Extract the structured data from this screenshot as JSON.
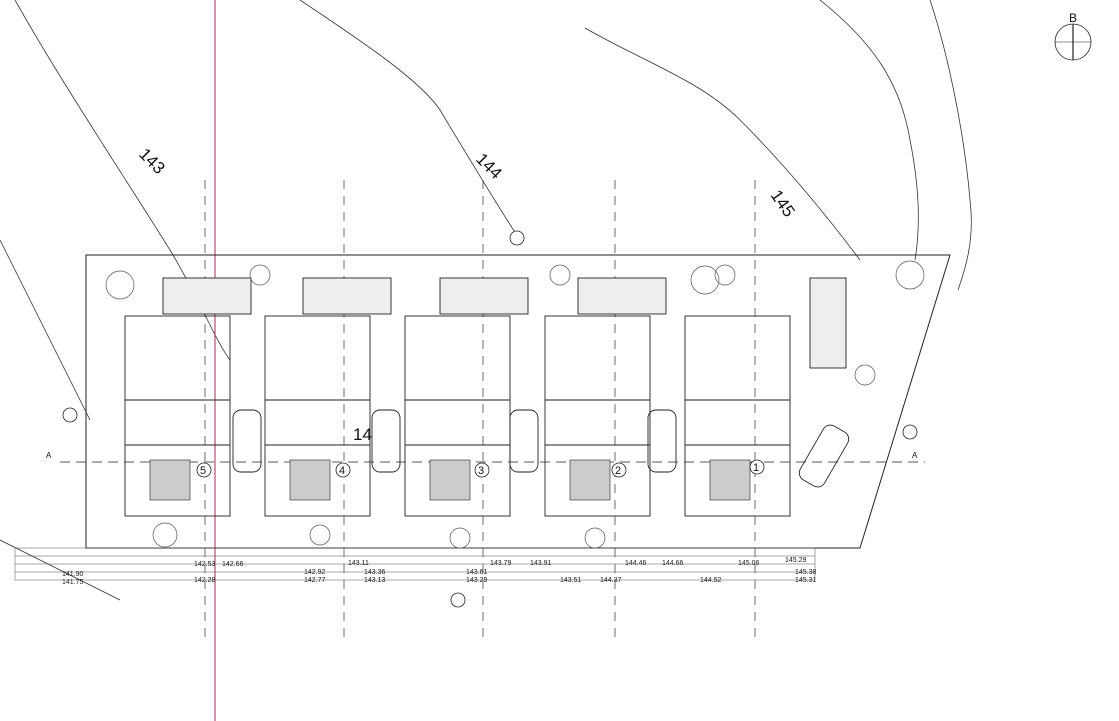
{
  "contours": [
    {
      "label": "143"
    },
    {
      "label": "144"
    },
    {
      "label": "145"
    },
    {
      "label": "14"
    }
  ],
  "north_arrow": {
    "label": "B"
  },
  "section_markers": {
    "a_left": "A",
    "a_right": "A"
  },
  "units": [
    "5",
    "4",
    "3",
    "2",
    "1"
  ],
  "spot_levels": [
    "141.90",
    "141.75",
    "142.53",
    "142.28",
    "142.66",
    "142.92",
    "142.77",
    "143.11",
    "143.36",
    "143.13",
    "143.61",
    "143.29",
    "143.79",
    "143.91",
    "143.51",
    "144.46",
    "144.66",
    "144.37",
    "145.06",
    "145.38",
    "145.29",
    "145.31",
    "144.52"
  ]
}
